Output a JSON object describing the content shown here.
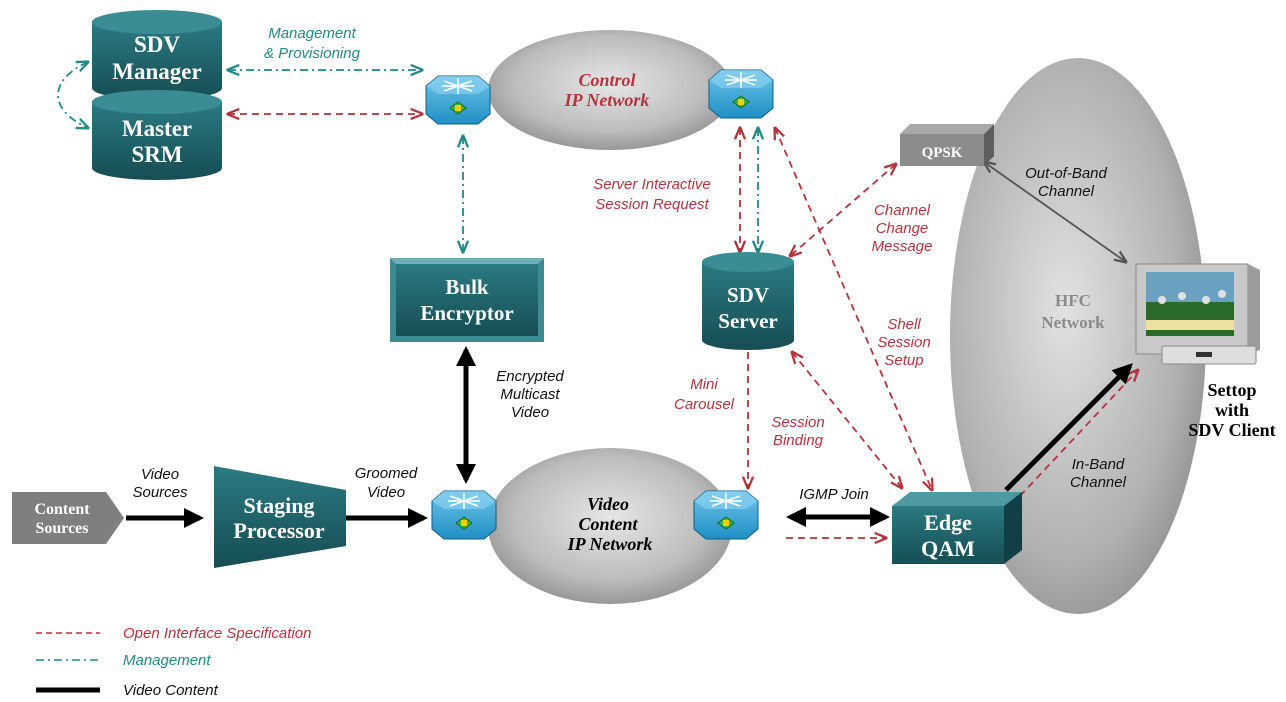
{
  "nodes": {
    "sdv_manager": [
      "SDV",
      "Manager"
    ],
    "master_srm": [
      "Master",
      "SRM"
    ],
    "control_network": [
      "Control",
      "IP Network"
    ],
    "qpsk": "QPSK",
    "bulk_encryptor": [
      "Bulk",
      "Encryptor"
    ],
    "sdv_server": [
      "SDV",
      "Server"
    ],
    "hfc_network": [
      "HFC",
      "Network"
    ],
    "settop": [
      "Settop",
      "with",
      "SDV Client"
    ],
    "content_sources": [
      "Content",
      "Sources"
    ],
    "staging_processor": [
      "Staging",
      "Processor"
    ],
    "video_network": [
      "Video",
      "Content",
      "IP Network"
    ],
    "edge_qam": [
      "Edge",
      "QAM"
    ]
  },
  "labels": {
    "mgmt_prov": [
      "Management",
      "& Provisioning"
    ],
    "server_interactive": [
      "Server Interactive",
      "Session Request"
    ],
    "channel_change": [
      "Channel",
      "Change",
      "Message"
    ],
    "out_of_band": [
      "Out-of-Band",
      "Channel"
    ],
    "shell_session": [
      "Shell",
      "Session",
      "Setup"
    ],
    "encrypted_multicast": [
      "Encrypted",
      "Multicast",
      "Video"
    ],
    "mini_carousel": [
      "Mini",
      "Carousel"
    ],
    "session_binding": [
      "Session",
      "Binding"
    ],
    "video_sources": [
      "Video",
      "Sources"
    ],
    "groomed_video": [
      "Groomed",
      "Video"
    ],
    "igmp_join": "IGMP Join",
    "in_band": [
      "In-Band",
      "Channel"
    ]
  },
  "legend": [
    {
      "label": "Open Interface Specification",
      "style": "dashed",
      "color": "#b5333c"
    },
    {
      "label": "Management",
      "style": "dashdot",
      "color": "#1f8a85"
    },
    {
      "label": "Video Content",
      "style": "solid",
      "color": "#000000"
    }
  ],
  "colors": {
    "node_teal": "#1f5f66",
    "ellipse_gray": "#b8b8b8",
    "open_interface": "#b5333c",
    "management": "#1f8a85",
    "video_content": "#000000"
  }
}
